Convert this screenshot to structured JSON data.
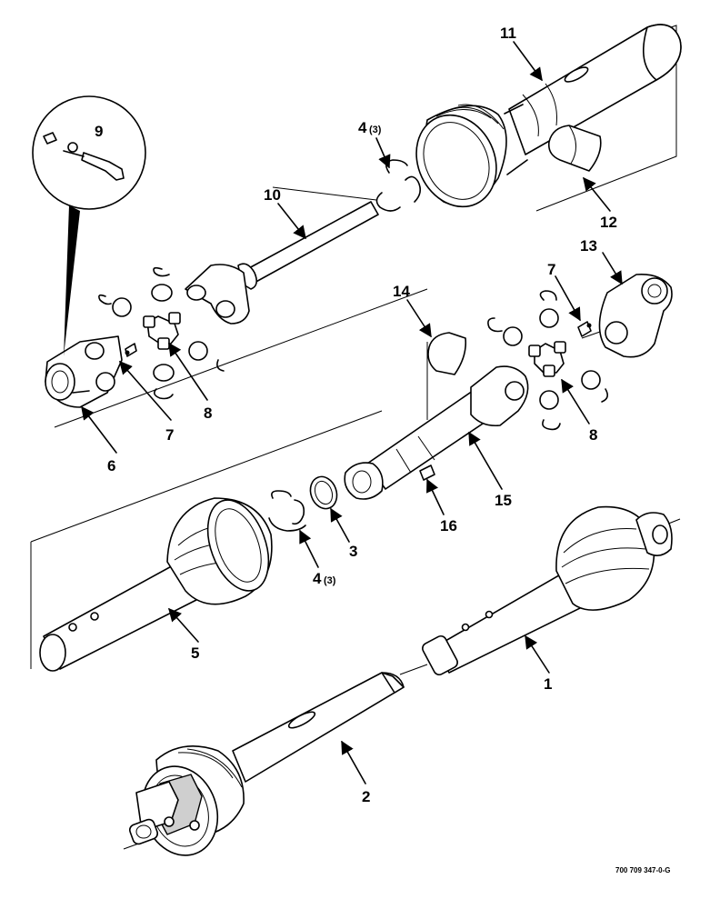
{
  "callouts": {
    "c1": "1",
    "c2": "2",
    "c3": "3",
    "c4a": "4",
    "c4a_qty": "(3)",
    "c4b": "4",
    "c4b_qty": "(3)",
    "c5": "5",
    "c6": "6",
    "c7a": "7",
    "c7b": "7",
    "c8a": "8",
    "c8b": "8",
    "c9": "9",
    "c10": "10",
    "c11": "11",
    "c12": "12",
    "c13": "13",
    "c14": "14",
    "c15": "15",
    "c16": "16"
  },
  "drawing_ref": "700 709 347-0-G"
}
